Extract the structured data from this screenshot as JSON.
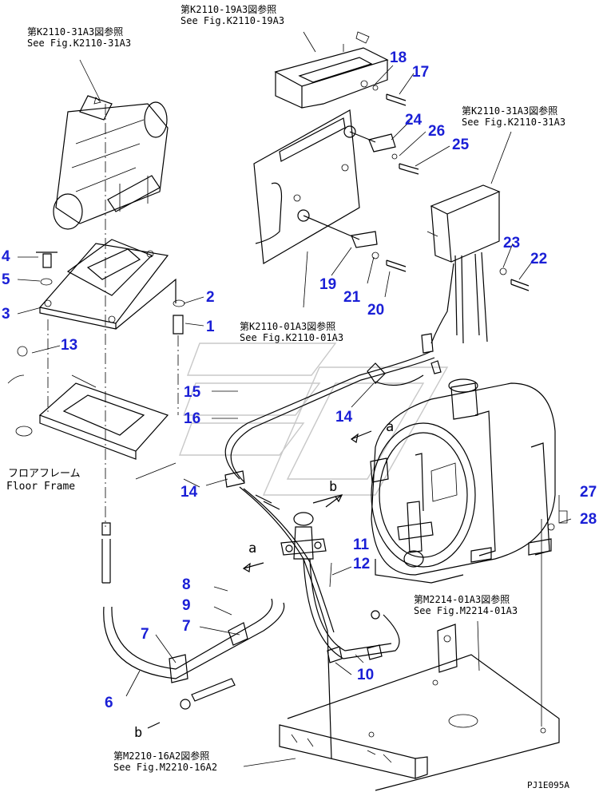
{
  "references": [
    {
      "id": "ref-k2110-19a3",
      "jp": "第K2110-19A3図参照",
      "en": "See Fig.K2110-19A3"
    },
    {
      "id": "ref-k2110-31a3-left",
      "jp": "第K2110-31A3図参照",
      "en": "See Fig.K2110-31A3"
    },
    {
      "id": "ref-k2110-31a3-right",
      "jp": "第K2110-31A3図参照",
      "en": "See Fig.K2110-31A3"
    },
    {
      "id": "ref-k2110-01a3",
      "jp": "第K2110-01A3図参照",
      "en": "See Fig.K2110-01A3"
    },
    {
      "id": "ref-m2214-01a3",
      "jp": "第M2214-01A3図参照",
      "en": "See Fig.M2214-01A3"
    },
    {
      "id": "ref-m2210-16a2",
      "jp": "第M2210-16A2図参照",
      "en": "See Fig.M2210-16A2"
    }
  ],
  "floor_frame": {
    "jp": "フロアフレーム",
    "en": "Floor Frame"
  },
  "view_marks": {
    "a": "a",
    "b": "b"
  },
  "part_numbers": [
    "1",
    "2",
    "3",
    "4",
    "5",
    "6",
    "7",
    "7",
    "8",
    "9",
    "10",
    "11",
    "12",
    "13",
    "14",
    "14",
    "15",
    "16",
    "17",
    "18",
    "19",
    "20",
    "21",
    "22",
    "23",
    "24",
    "25",
    "26",
    "27",
    "28"
  ],
  "drawing_code": "PJ1E095A",
  "colors": {
    "callout": "#1a1fd6",
    "line": "#000000",
    "watermark": "#c8c8c8"
  }
}
